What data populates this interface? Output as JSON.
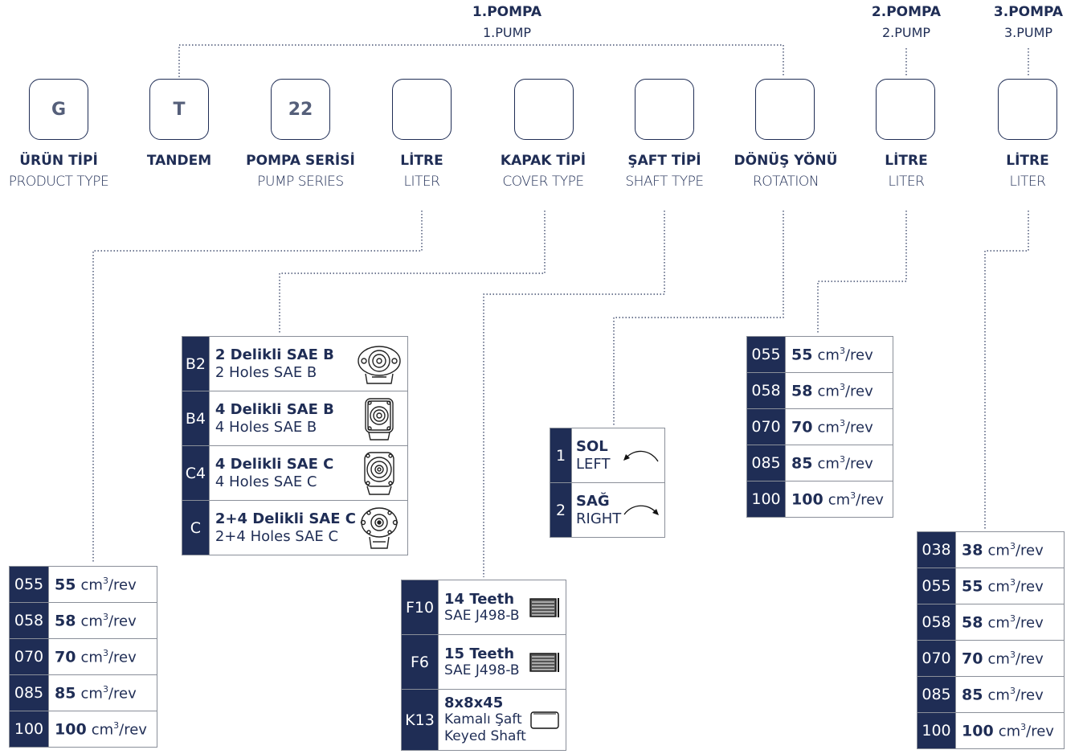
{
  "pumps": [
    {
      "title_tr": "1.POMPA",
      "title_en": "1.PUMP"
    },
    {
      "title_tr": "2.POMPA",
      "title_en": "2.PUMP"
    },
    {
      "title_tr": "3.POMPA",
      "title_en": "3.PUMP"
    }
  ],
  "boxes": [
    {
      "code": "G",
      "label_tr": "ÜRÜN TİPİ",
      "label_en": "PRODUCT TYPE"
    },
    {
      "code": "T",
      "label_tr": "TANDEM",
      "label_en": ""
    },
    {
      "code": "22",
      "label_tr": "POMPA SERİSİ",
      "label_en": "PUMP SERIES"
    },
    {
      "code": "",
      "label_tr": "LİTRE",
      "label_en": "LITER"
    },
    {
      "code": "",
      "label_tr": "KAPAK TİPİ",
      "label_en": "COVER TYPE"
    },
    {
      "code": "",
      "label_tr": "ŞAFT TİPİ",
      "label_en": "SHAFT TYPE"
    },
    {
      "code": "",
      "label_tr": "DÖNÜŞ YÖNÜ",
      "label_en": "ROTATION"
    },
    {
      "code": "",
      "label_tr": "LİTRE",
      "label_en": "LITER"
    },
    {
      "code": "",
      "label_tr": "LİTRE",
      "label_en": "LITER"
    }
  ],
  "unit": "cm",
  "unit_exp": "3",
  "unit_suffix": "/rev",
  "liter1": [
    {
      "code": "055",
      "value": "55"
    },
    {
      "code": "058",
      "value": "58"
    },
    {
      "code": "070",
      "value": "70"
    },
    {
      "code": "085",
      "value": "85"
    },
    {
      "code": "100",
      "value": "100"
    }
  ],
  "cover": [
    {
      "code": "B2",
      "tr": "2 Delikli SAE B",
      "en": "2 Holes SAE B",
      "icon": "flange-2-hole-icon"
    },
    {
      "code": "B4",
      "tr": "4 Delikli SAE B",
      "en": "4 Holes SAE B",
      "icon": "flange-4-hole-icon"
    },
    {
      "code": "C4",
      "tr": "4 Delikli SAE C",
      "en": "4 Holes SAE C",
      "icon": "flange-4-hole-c-icon"
    },
    {
      "code": "C",
      "tr": "2+4 Delikli SAE C",
      "en": "2+4 Holes SAE C",
      "icon": "flange-2-4-hole-icon"
    }
  ],
  "shaft": [
    {
      "code": "F10",
      "l1": "14 Teeth",
      "l2": "SAE J498-B",
      "l3": "",
      "icon": "splined-shaft-icon"
    },
    {
      "code": "F6",
      "l1": "15 Teeth",
      "l2": "SAE J498-B",
      "l3": "",
      "icon": "splined-shaft-icon"
    },
    {
      "code": "K13",
      "l1": "8x8x45",
      "l2": "Kamalı Şaft",
      "l3": "Keyed Shaft",
      "icon": "keyed-shaft-icon"
    }
  ],
  "rotation": [
    {
      "code": "1",
      "tr": "SOL",
      "en": "LEFT",
      "icon": "ccw-arrow-icon"
    },
    {
      "code": "2",
      "tr": "SAĞ",
      "en": "RIGHT",
      "icon": "cw-arrow-icon"
    }
  ],
  "liter2": [
    {
      "code": "055",
      "value": "55"
    },
    {
      "code": "058",
      "value": "58"
    },
    {
      "code": "070",
      "value": "70"
    },
    {
      "code": "085",
      "value": "85"
    },
    {
      "code": "100",
      "value": "100"
    }
  ],
  "liter3": [
    {
      "code": "038",
      "value": "38"
    },
    {
      "code": "055",
      "value": "55"
    },
    {
      "code": "058",
      "value": "58"
    },
    {
      "code": "070",
      "value": "70"
    },
    {
      "code": "085",
      "value": "85"
    },
    {
      "code": "100",
      "value": "100"
    }
  ]
}
